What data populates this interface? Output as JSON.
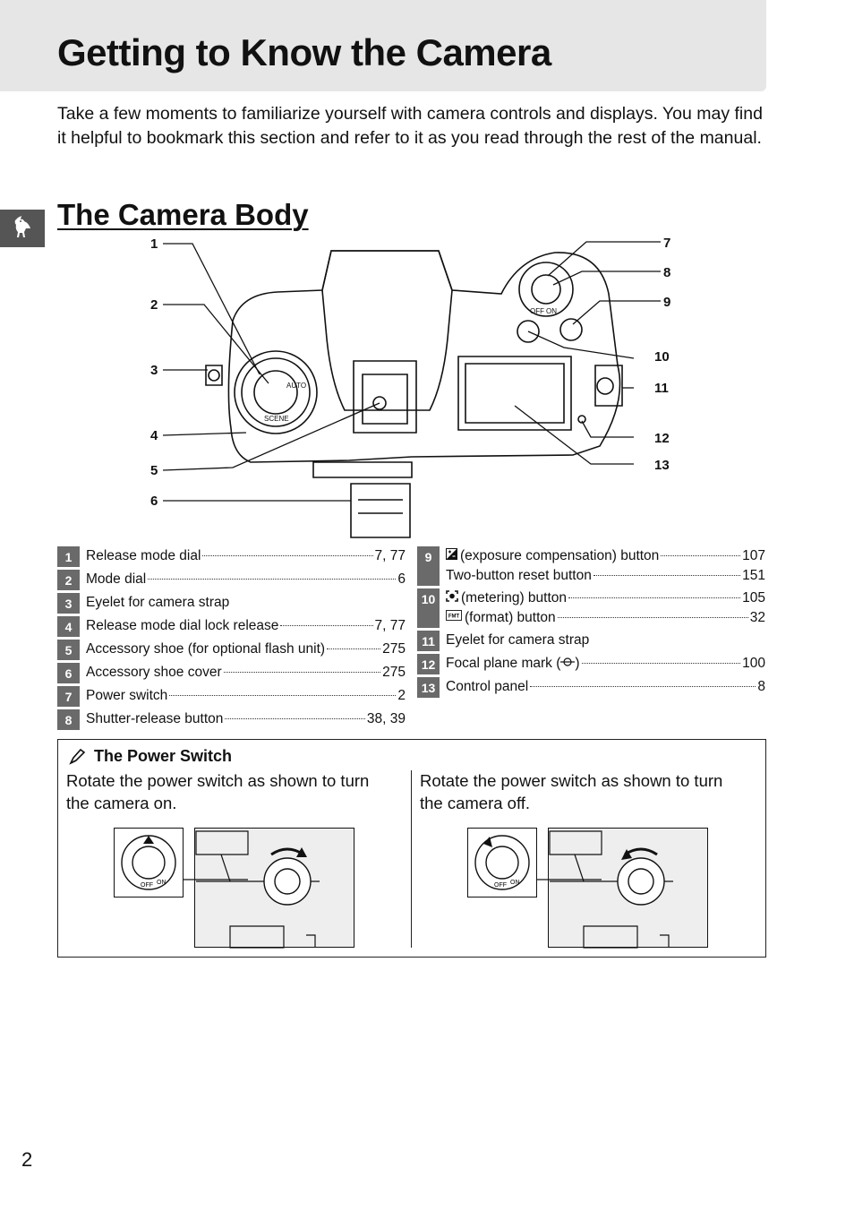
{
  "header": {
    "title": "Getting to Know the Camera"
  },
  "intro": "Take a few moments to familiarize yourself with camera controls and displays.  You may find it helpful to bookmark this section and refer to it as you read through the rest of the manual.",
  "section": {
    "title": "The Camera Body",
    "tab_icon": "bird-icon"
  },
  "diagram": {
    "callouts_left": [
      "1",
      "2",
      "3",
      "4",
      "5",
      "6"
    ],
    "callouts_right": [
      "7",
      "8",
      "9",
      "10",
      "11",
      "12",
      "13"
    ],
    "dial_labels": {
      "scene": "SCENE",
      "auto": "AUTO",
      "off": "OFF",
      "on": "ON"
    }
  },
  "parts_left": [
    {
      "num": "1",
      "label": "Release mode dial",
      "page": "7, 77"
    },
    {
      "num": "2",
      "label": "Mode dial",
      "page": "6"
    },
    {
      "num": "3",
      "label": "Eyelet for camera strap",
      "page": ""
    },
    {
      "num": "4",
      "label": "Release mode dial lock release",
      "page": "7, 77"
    },
    {
      "num": "5",
      "label": "Accessory shoe (for optional flash unit)",
      "page": "275"
    },
    {
      "num": "6",
      "label": "Accessory shoe cover",
      "page": "275"
    },
    {
      "num": "7",
      "label": "Power switch",
      "page": "2"
    },
    {
      "num": "8",
      "label": "Shutter-release button",
      "page": "38, 39"
    }
  ],
  "parts_right": [
    {
      "num": "9",
      "lines": [
        {
          "symbol": "exposure-compensation-icon",
          "label": "(exposure compensation) button",
          "page": "107"
        },
        {
          "symbol": "",
          "label": "Two-button reset button",
          "page": "151"
        }
      ]
    },
    {
      "num": "10",
      "lines": [
        {
          "symbol": "metering-icon",
          "label": "(metering) button",
          "page": "105"
        },
        {
          "symbol": "format-icon",
          "label": "(format) button",
          "page": "32"
        }
      ]
    },
    {
      "num": "11",
      "lines": [
        {
          "symbol": "",
          "label": "Eyelet for camera strap",
          "page": ""
        }
      ]
    },
    {
      "num": "12",
      "lines": [
        {
          "symbol": "",
          "label": "Focal plane mark (",
          "label_after": ")",
          "page": "100"
        }
      ]
    },
    {
      "num": "13",
      "lines": [
        {
          "symbol": "",
          "label": "Control panel",
          "page": "8"
        }
      ]
    }
  ],
  "note": {
    "icon": "pencil-note-icon",
    "title": "The Power Switch",
    "col1": "Rotate the power switch as shown to turn the camera on.",
    "col2": "Rotate the power switch as shown to turn the camera off.",
    "fig_labels": {
      "off": "OFF",
      "on": "ON"
    }
  },
  "page_number": "2"
}
